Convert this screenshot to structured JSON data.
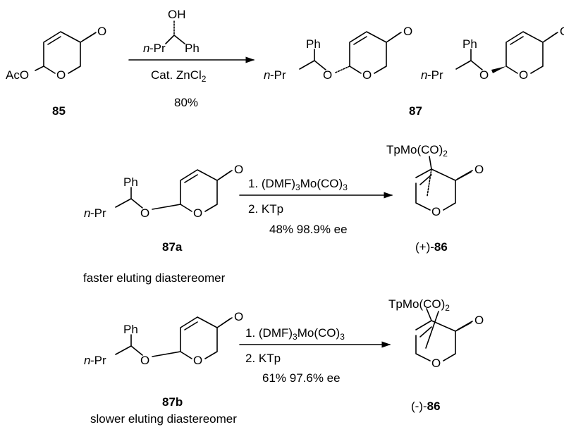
{
  "labels": {
    "oxo": "O",
    "ring_o": "O",
    "ether_o": "O",
    "acetoxy": "AcO",
    "hydroxyl": "OH",
    "phenyl": "Ph",
    "npr_italic": "n",
    "npr_rest": "-Pr",
    "tpmo_prefix": "TpMo(CO)",
    "tpmo_sub": "2"
  },
  "reaction1": {
    "catalyst_prefix": "Cat. ZnCl",
    "catalyst_sub": "2",
    "yield": "80%"
  },
  "reagents": {
    "step1_prefix": "1. (DMF)",
    "step1_sub_a": "3",
    "step1_mid": "Mo(CO)",
    "step1_sub_b": "3",
    "step2": "2. KTp"
  },
  "reaction2": {
    "result": "48%  98.9% ee"
  },
  "reaction3": {
    "result": "61%  97.6% ee"
  },
  "compounds": {
    "c85": "85",
    "c87": "87",
    "c87a": "87a",
    "c87b": "87b",
    "c86": "86",
    "plus": "(+)-",
    "minus": "(-)-"
  },
  "notes": {
    "faster": "faster eluting diastereomer",
    "slower": "slower eluting diastereomer"
  }
}
